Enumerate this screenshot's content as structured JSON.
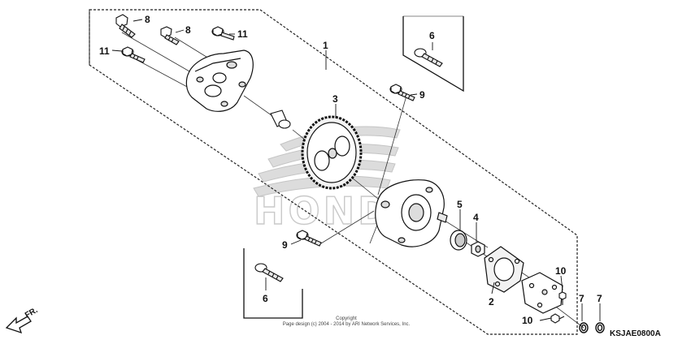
{
  "diagram": {
    "callouts": {
      "c1": "1",
      "c2": "2",
      "c3": "3",
      "c4": "4",
      "c5": "5",
      "c6_top": "6",
      "c6_bottom": "6",
      "c7_left": "7",
      "c7_right": "7",
      "c8_left": "8",
      "c8_right": "8",
      "c9_upper": "9",
      "c9_lower": "9",
      "c10_upper": "10",
      "c10_lower": "10",
      "c11_left": "11",
      "c11_right": "11"
    },
    "direction_label": "FR.",
    "watermark": "HONDA",
    "copyright_line1": "Copyright",
    "copyright_line2": "Page design (c) 2004 - 2014 by ARI Network Services, Inc.",
    "reference_code": "KSJAE0800A"
  }
}
